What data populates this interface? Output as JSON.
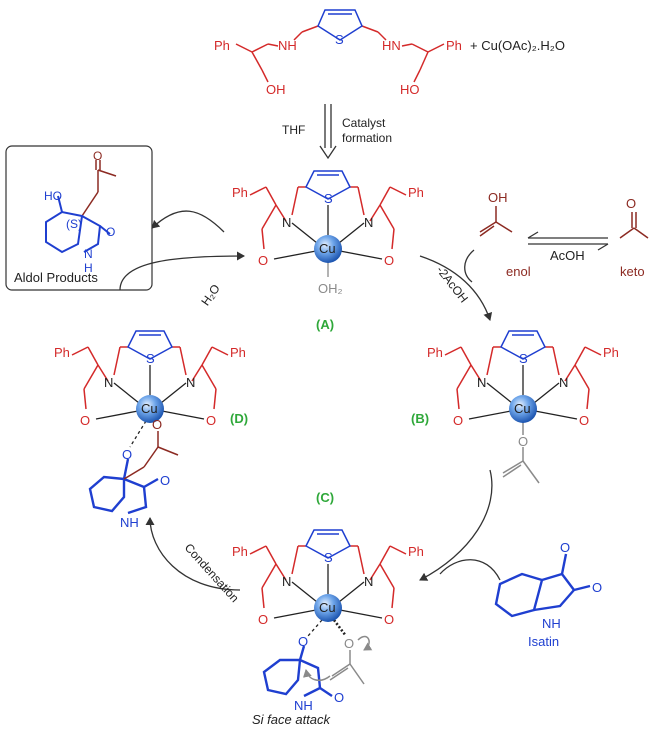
{
  "ligand": {
    "ph_left": "Ph",
    "nh_left": "NH",
    "s": "S",
    "nh_right": "HN",
    "ph_right": "Ph",
    "oh_left": "OH",
    "oh_right": "HO",
    "reagent": "+ Cu(OAc)₂.H₂O"
  },
  "formation": {
    "solvent": "THF",
    "label_line1": "Catalyst",
    "label_line2": "formation"
  },
  "complex_A": {
    "label": "(A)",
    "ph_left": "Ph",
    "ph_right": "Ph",
    "s": "S",
    "n_left": "N",
    "n_right": "N",
    "o_left": "O",
    "o_right": "O",
    "cu": "Cu",
    "water": "OH₂"
  },
  "complex_B": {
    "label": "(B)",
    "ph_left": "Ph",
    "ph_right": "Ph",
    "s": "S",
    "n_left": "N",
    "n_right": "N",
    "o_left": "O",
    "o_right": "O",
    "cu": "Cu",
    "o_enolate": "O"
  },
  "complex_C": {
    "label": "(C)",
    "ph_left": "Ph",
    "ph_right": "Ph",
    "s": "S",
    "n_left": "N",
    "n_right": "N",
    "o_left": "O",
    "o_right": "O",
    "cu": "Cu",
    "o_isatin": "O",
    "o_enolate": "O",
    "nh": "NH",
    "carbonyl_o": "O",
    "caption": "Si face attack"
  },
  "complex_D": {
    "label": "(D)",
    "ph_left": "Ph",
    "ph_right": "Ph",
    "s": "S",
    "n_left": "N",
    "n_right": "N",
    "o_left": "O",
    "o_right": "O",
    "cu": "Cu",
    "o_alkoxide": "O",
    "o_ketone": "O",
    "nh": "NH",
    "carbonyl_o": "O"
  },
  "product": {
    "ho": "HO",
    "stereo": "(S)",
    "carbonyl_o": "O",
    "nh": "N",
    "h": "H",
    "ketone_o": "O",
    "title": "Aldol Products"
  },
  "tautomer": {
    "enol_oh": "OH",
    "enol": "enol",
    "keto_o": "O",
    "keto": "keto",
    "catalyst": "AcOH"
  },
  "isatin": {
    "o1": "O",
    "o2": "O",
    "nh": "NH",
    "label": "Isatin"
  },
  "steps": {
    "water": "H₂O",
    "acoh": "-2AcOH",
    "condensation": "Condensation"
  },
  "colors": {
    "ligand": "#d42a2a",
    "thiophene": "#1f3fd0",
    "label": "#2fa83a",
    "copper": "#2f7fd6",
    "enolate": "#8a8a8a"
  }
}
